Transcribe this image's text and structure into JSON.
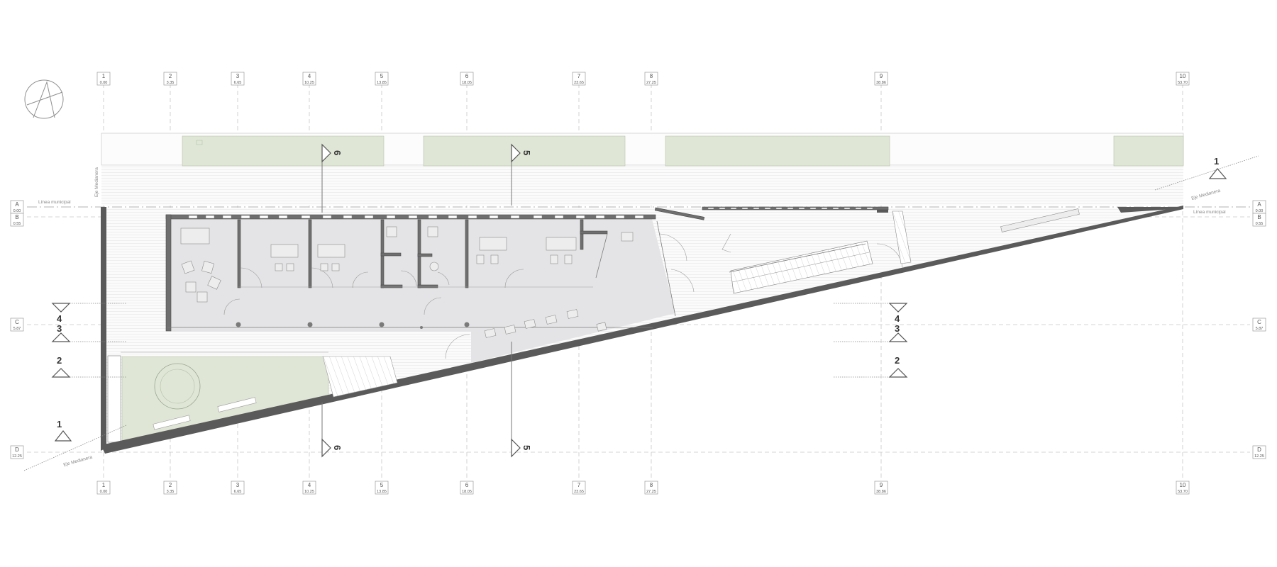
{
  "grid_columns": [
    {
      "id": "1",
      "value": "0.00"
    },
    {
      "id": "2",
      "value": "3.35"
    },
    {
      "id": "3",
      "value": "6.65"
    },
    {
      "id": "4",
      "value": "10.25"
    },
    {
      "id": "5",
      "value": "13.85"
    },
    {
      "id": "6",
      "value": "18.05"
    },
    {
      "id": "7",
      "value": "23.65"
    },
    {
      "id": "8",
      "value": "27.25"
    },
    {
      "id": "9",
      "value": "38.86"
    },
    {
      "id": "10",
      "value": "53.70"
    }
  ],
  "grid_rows": [
    {
      "id": "A",
      "value": "0.00"
    },
    {
      "id": "B",
      "value": "0.55"
    },
    {
      "id": "C",
      "value": "5.87"
    },
    {
      "id": "D",
      "value": "12.25"
    }
  ],
  "labels": {
    "linea_municipal": "Línea municipal",
    "eje_medianera": "Eje Medianera"
  },
  "section_markers": {
    "s1": "1",
    "s2": "2",
    "s3": "3",
    "s4": "4",
    "s5": "5",
    "s6": "6"
  },
  "colors": {
    "green": "#dfe6d6",
    "floor": "#e4e4e6",
    "wall": "#6f6f6f"
  }
}
